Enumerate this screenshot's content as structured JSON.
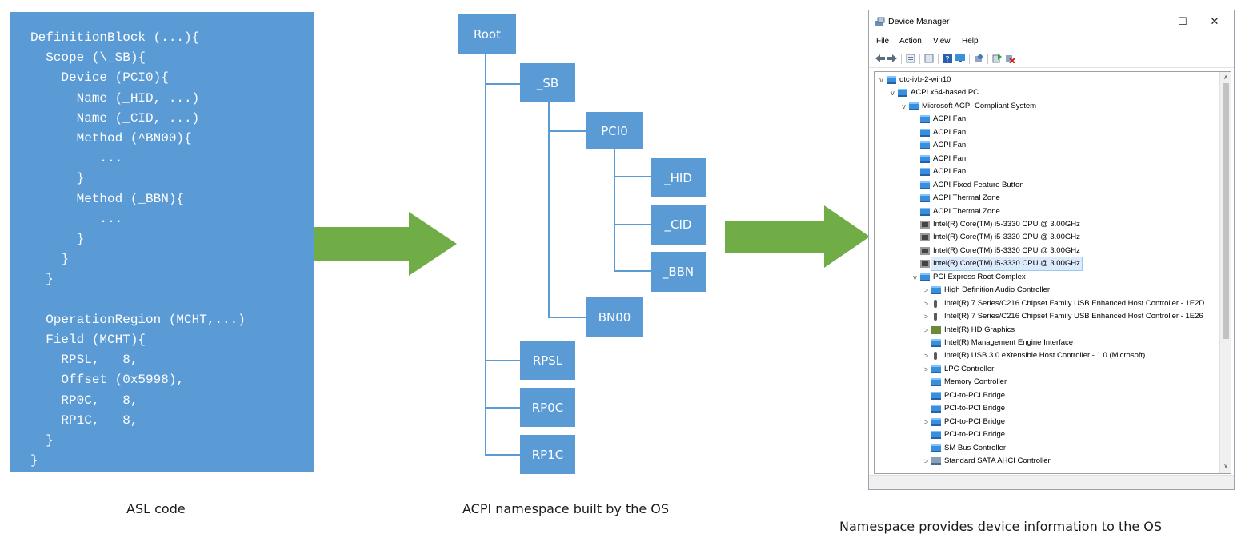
{
  "asl_code": {
    "lines": [
      "DefinitionBlock (...){",
      "  Scope (\\_SB){",
      "    Device (PCI0){",
      "      Name (_HID, ...)",
      "      Name (_CID, ...)",
      "      Method (^BN00){",
      "         ...",
      "      }",
      "      Method (_BBN){",
      "         ...",
      "      }",
      "    }",
      "  }",
      "",
      "  OperationRegion (MCHT,...)",
      "  Field (MCHT){",
      "    RPSL,   8,",
      "    Offset (0x5998),",
      "    RP0C,   8,",
      "    RP1C,   8,",
      "  }",
      "}"
    ],
    "caption": "ASL code"
  },
  "namespace": {
    "caption": "ACPI namespace built by the OS",
    "nodes": {
      "root": "Root",
      "sb": "_SB",
      "pci0": "PCI0",
      "hid": "_HID",
      "cid": "_CID",
      "bbn": "_BBN",
      "bn00": "BN00",
      "rpsl": "RPSL",
      "rp0c": "RP0C",
      "rp1c": "RP1C"
    }
  },
  "device_manager": {
    "caption": "Namespace provides device information to the OS",
    "title": "Device Manager",
    "window_buttons": [
      "—",
      "☐",
      "✕"
    ],
    "menu": [
      "File",
      "Action",
      "View",
      "Help"
    ],
    "tree": [
      {
        "label": "otc-ivb-2-win10",
        "level": 0,
        "toggle": "v",
        "icon": "computer"
      },
      {
        "label": "ACPI x64-based PC",
        "level": 1,
        "toggle": "v",
        "icon": "monitor"
      },
      {
        "label": "Microsoft ACPI-Compliant System",
        "level": 2,
        "toggle": "v",
        "icon": "monitor"
      },
      {
        "label": "ACPI Fan",
        "level": 3,
        "toggle": "",
        "icon": "monitor"
      },
      {
        "label": "ACPI Fan",
        "level": 3,
        "toggle": "",
        "icon": "monitor"
      },
      {
        "label": "ACPI Fan",
        "level": 3,
        "toggle": "",
        "icon": "monitor"
      },
      {
        "label": "ACPI Fan",
        "level": 3,
        "toggle": "",
        "icon": "monitor"
      },
      {
        "label": "ACPI Fan",
        "level": 3,
        "toggle": "",
        "icon": "monitor"
      },
      {
        "label": "ACPI Fixed Feature Button",
        "level": 3,
        "toggle": "",
        "icon": "monitor"
      },
      {
        "label": "ACPI Thermal Zone",
        "level": 3,
        "toggle": "",
        "icon": "monitor"
      },
      {
        "label": "ACPI Thermal Zone",
        "level": 3,
        "toggle": "",
        "icon": "monitor"
      },
      {
        "label": "Intel(R) Core(TM) i5-3330 CPU @ 3.00GHz",
        "level": 3,
        "toggle": "",
        "icon": "cpu"
      },
      {
        "label": "Intel(R) Core(TM) i5-3330 CPU @ 3.00GHz",
        "level": 3,
        "toggle": "",
        "icon": "cpu"
      },
      {
        "label": "Intel(R) Core(TM) i5-3330 CPU @ 3.00GHz",
        "level": 3,
        "toggle": "",
        "icon": "cpu"
      },
      {
        "label": "Intel(R) Core(TM) i5-3330 CPU @ 3.00GHz",
        "level": 3,
        "toggle": "",
        "icon": "cpu",
        "selected": true
      },
      {
        "label": "PCI Express Root Complex",
        "level": 3,
        "toggle": "v",
        "icon": "monitor"
      },
      {
        "label": "High Definition Audio Controller",
        "level": 4,
        "toggle": ">",
        "icon": "monitor"
      },
      {
        "label": "Intel(R) 7 Series/C216 Chipset Family USB Enhanced Host Controller - 1E2D",
        "level": 4,
        "toggle": ">",
        "icon": "usb"
      },
      {
        "label": "Intel(R) 7 Series/C216 Chipset Family USB Enhanced Host Controller - 1E26",
        "level": 4,
        "toggle": ">",
        "icon": "usb"
      },
      {
        "label": "Intel(R) HD Graphics",
        "level": 4,
        "toggle": ">",
        "icon": "gfx"
      },
      {
        "label": "Intel(R) Management Engine Interface",
        "level": 4,
        "toggle": "",
        "icon": "monitor"
      },
      {
        "label": "Intel(R) USB 3.0 eXtensible Host Controller - 1.0 (Microsoft)",
        "level": 4,
        "toggle": ">",
        "icon": "usb"
      },
      {
        "label": "LPC Controller",
        "level": 4,
        "toggle": ">",
        "icon": "monitor"
      },
      {
        "label": "Memory Controller",
        "level": 4,
        "toggle": "",
        "icon": "monitor"
      },
      {
        "label": "PCI-to-PCI Bridge",
        "level": 4,
        "toggle": "",
        "icon": "monitor"
      },
      {
        "label": "PCI-to-PCI Bridge",
        "level": 4,
        "toggle": "",
        "icon": "monitor"
      },
      {
        "label": "PCI-to-PCI Bridge",
        "level": 4,
        "toggle": ">",
        "icon": "monitor"
      },
      {
        "label": "PCI-to-PCI Bridge",
        "level": 4,
        "toggle": "",
        "icon": "monitor"
      },
      {
        "label": "SM Bus Controller",
        "level": 4,
        "toggle": "",
        "icon": "monitor"
      },
      {
        "label": "Standard SATA AHCI Controller",
        "level": 4,
        "toggle": ">",
        "icon": "disk"
      }
    ]
  },
  "colors": {
    "block_blue": "#5b9bd5",
    "arrow_green": "#70ad47",
    "code_text": "#ffffff"
  }
}
